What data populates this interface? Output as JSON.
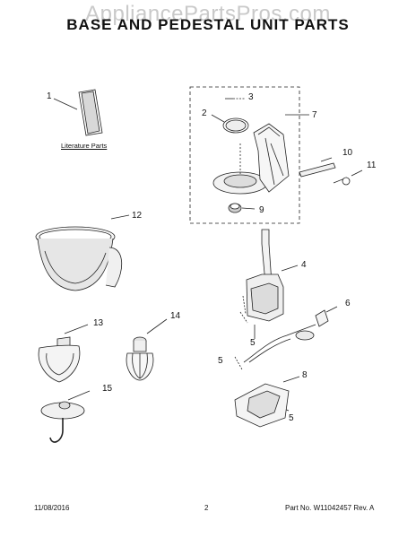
{
  "watermark": "AppliancePartsPros.com",
  "title": "BASE AND PEDESTAL UNIT PARTS",
  "literature_label": "Literature Parts",
  "callouts": [
    "1",
    "2",
    "3",
    "4",
    "5",
    "5",
    "5",
    "6",
    "7",
    "8",
    "9",
    "10",
    "11",
    "12",
    "13",
    "14",
    "15"
  ],
  "footer": {
    "date": "11/08/2016",
    "page": "2",
    "part_no": "Part No. W11042457 Rev. A"
  }
}
